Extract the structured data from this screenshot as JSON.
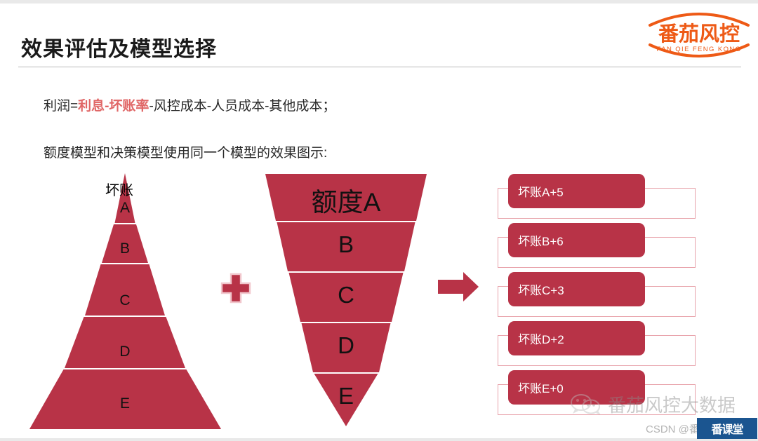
{
  "slide": {
    "title": "效果评估及模型选择",
    "profit_formula": {
      "prefix": "利润=",
      "highlight": "利息-坏账率",
      "suffix": "-风控成本-人员成本-其他成本；"
    },
    "description": "额度模型和决策模型使用同一个模型的效果图示:"
  },
  "logo": {
    "name": "fanqie-fengkong-logo",
    "cn_text": "番茄风控",
    "pinyin_text": "FAN QIE FENG KONG",
    "color": "#ee5a16"
  },
  "pyramid": {
    "name": "bad-debt-pyramid",
    "top_label": "坏账",
    "fill": "#b83347",
    "segments": [
      {
        "letter": "A"
      },
      {
        "letter": "B"
      },
      {
        "letter": "C"
      },
      {
        "letter": "D"
      },
      {
        "letter": "E"
      }
    ]
  },
  "operator": {
    "plus_symbol": "+",
    "arrow_symbol": "→",
    "color": "#b83347"
  },
  "funnel": {
    "name": "credit-limit-funnel",
    "fill": "#b83347",
    "segments": [
      {
        "letter": "额度A"
      },
      {
        "letter": "B"
      },
      {
        "letter": "C"
      },
      {
        "letter": "D"
      },
      {
        "letter": "E"
      }
    ]
  },
  "results": {
    "name": "bad-debt-result-list",
    "chip_color": "#b83347",
    "outline_color": "#e8a3ab",
    "rows": [
      {
        "label": "坏账A+5"
      },
      {
        "label": "坏账B+6"
      },
      {
        "label": "坏账C+3"
      },
      {
        "label": "坏账D+2"
      },
      {
        "label": "坏账E+0"
      }
    ]
  },
  "watermarks": {
    "wechat_text": "番茄风控大数据",
    "csdn_text": "CSDN @番课堂",
    "badge_text": "番课堂"
  }
}
